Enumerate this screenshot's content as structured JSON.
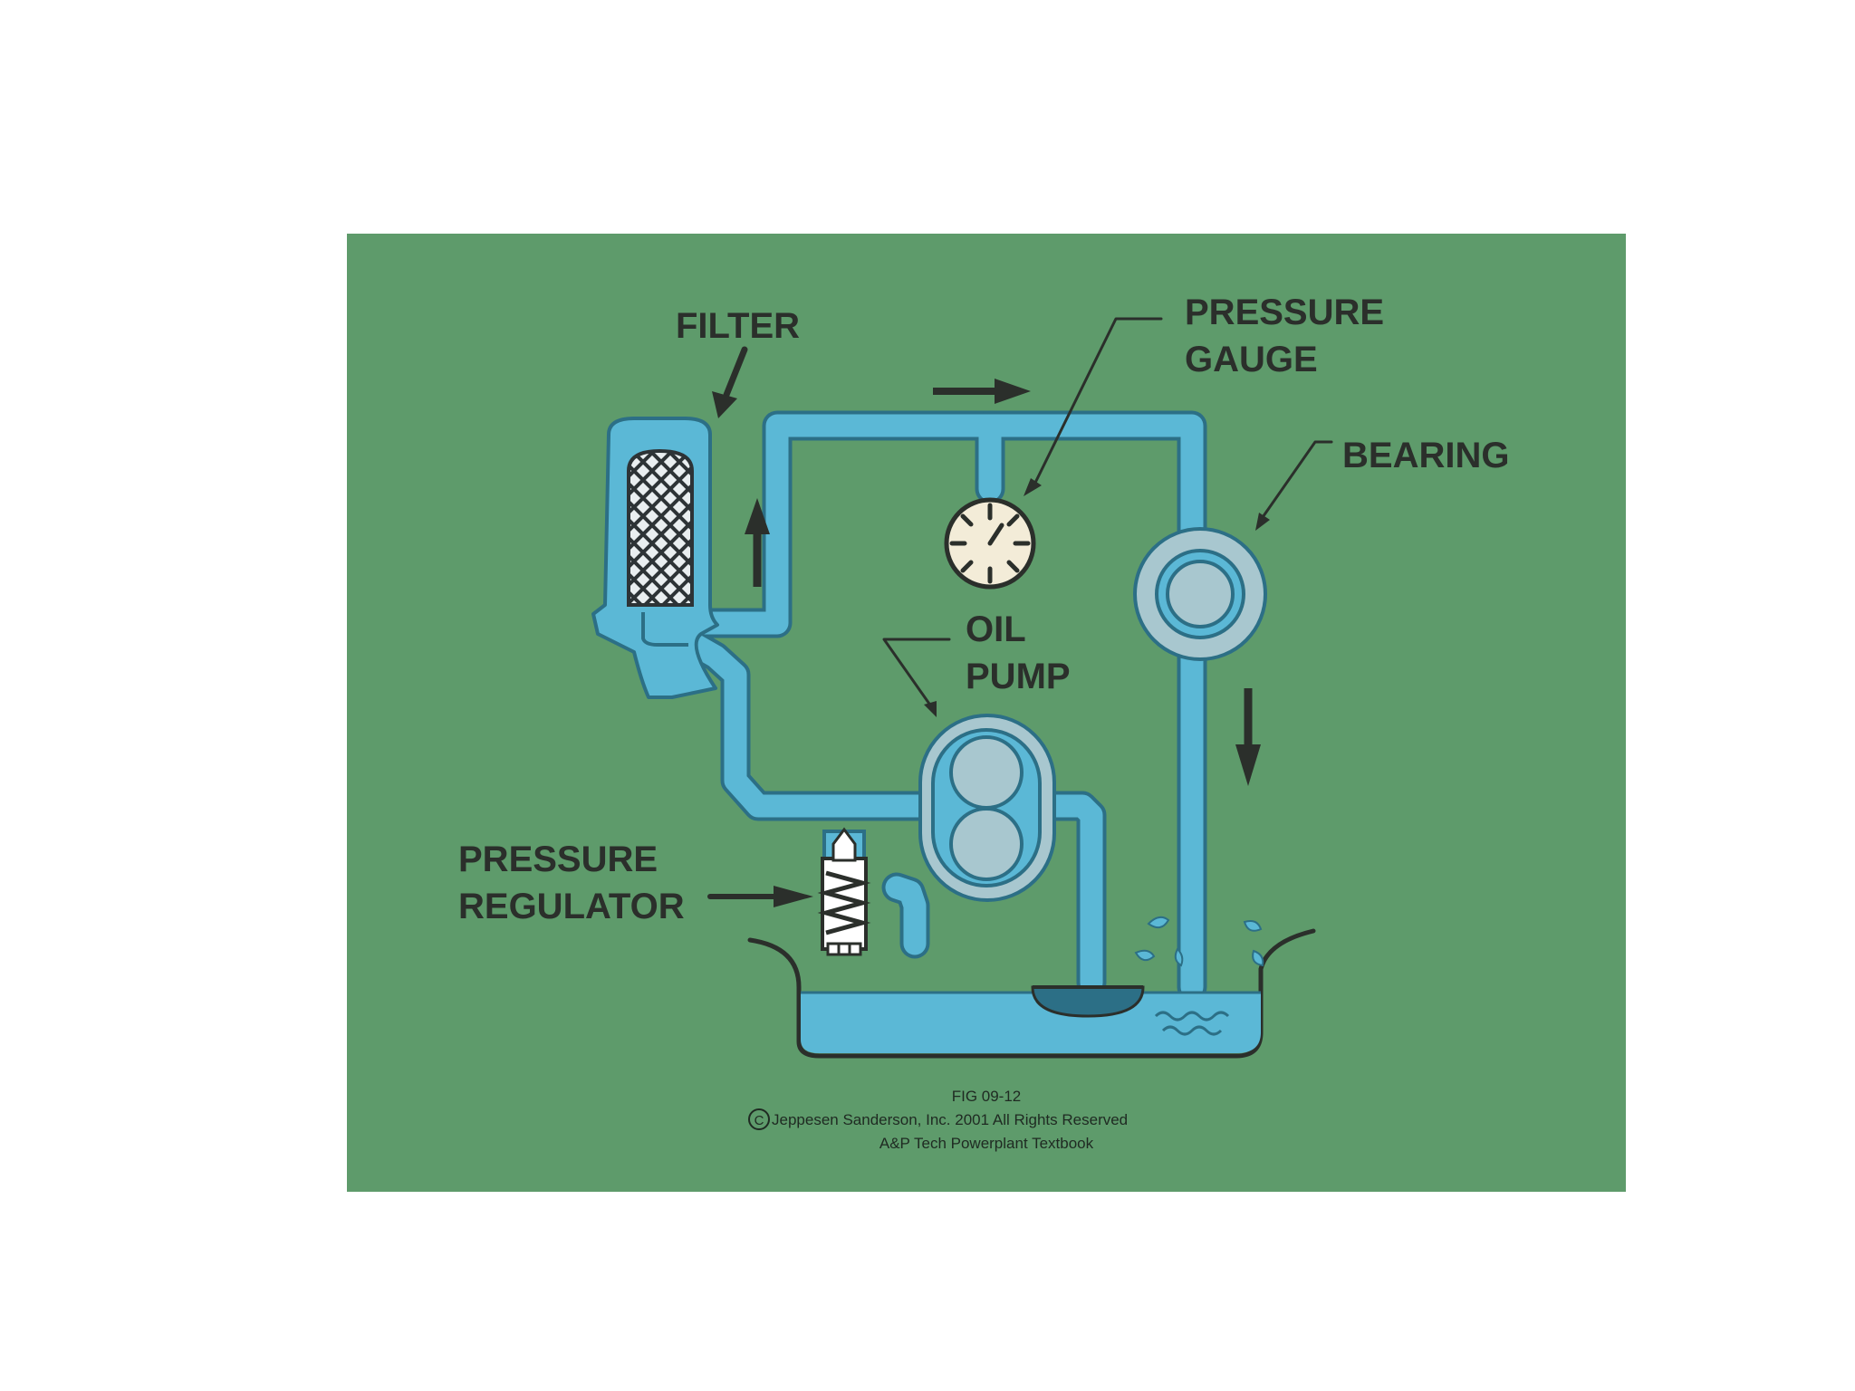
{
  "colors": {
    "page_background": "#ffffff",
    "diagram_background": "#5e9b6b",
    "oil": "#5bb8d6",
    "oil_outline": "#2c6f86",
    "component_light": "#a8c7cf",
    "text": "#2b2f2b",
    "gauge_face": "#f3ecd8"
  },
  "labels": {
    "filter": "FILTER",
    "pressure_gauge_line1": "PRESSURE",
    "pressure_gauge_line2": "GAUGE",
    "bearing": "BEARING",
    "oil_pump_line1": "OIL",
    "oil_pump_line2": "PUMP",
    "pressure_regulator_line1": "PRESSURE",
    "pressure_regulator_line2": "REGULATOR"
  },
  "caption": {
    "figure": "FIG 09-12",
    "copyright_symbol": "C",
    "copyright": "Jeppesen Sanderson, Inc. 2001 All Rights Reserved",
    "source": "A&P Tech Powerplant Textbook"
  },
  "icons": [
    "filter-icon",
    "pressure-gauge-icon",
    "bearing-icon",
    "oil-pump-icon",
    "pressure-regulator-icon",
    "oil-sump-icon",
    "flow-arrow-icon",
    "oil-splash-icon"
  ]
}
